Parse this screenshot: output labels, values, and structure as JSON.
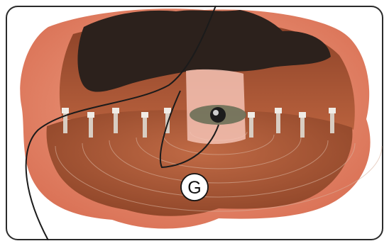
{
  "figure": {
    "callout_label": "G",
    "colors": {
      "frame_border": "#2a2a2a",
      "background": "#ffffff",
      "outer_shell": "#e07b60",
      "outer_shell_light": "#f1a488",
      "inner_floor": "#a65433",
      "inner_floor_dark": "#7a3a22",
      "dark_cap": "#2c211c",
      "center_patch": "#f4c2b4",
      "cable": "#1b1b1b",
      "floor_lines": "#d9b29e",
      "label_circle_fill": "#ffffff",
      "label_circle_stroke": "#111111"
    },
    "icons": [
      "dome-shell",
      "electrode-post",
      "center-sensor",
      "cable",
      "label-circle"
    ]
  }
}
